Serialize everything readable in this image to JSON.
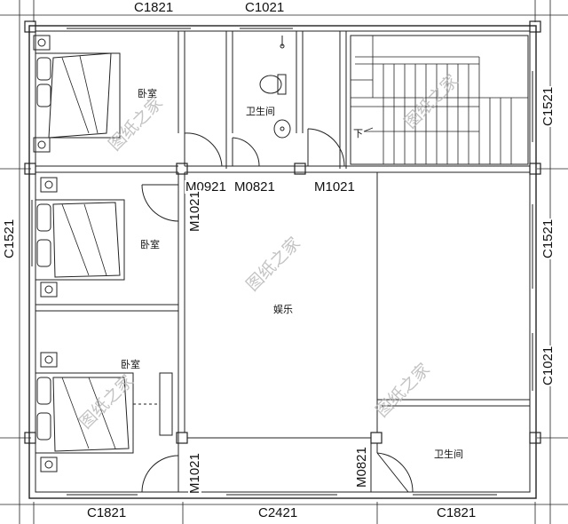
{
  "labels": {
    "top": [
      "C1821",
      "C1021"
    ],
    "bottom": [
      "C1821",
      "C2421",
      "C1821"
    ],
    "right": [
      "C1521",
      "C1521",
      "C1021"
    ],
    "left": [
      "C1521"
    ],
    "doors": [
      "M0921",
      "M0821",
      "M1021",
      "M1021",
      "M1021",
      "M0821"
    ]
  },
  "rooms": {
    "bedroom": "卧室",
    "bathroom": "卫生间",
    "entertainment": "娱乐",
    "stair_down": "下"
  },
  "watermark": "图纸之家",
  "colors": {
    "line": "#222222",
    "watermark": "#b9b9b9"
  }
}
